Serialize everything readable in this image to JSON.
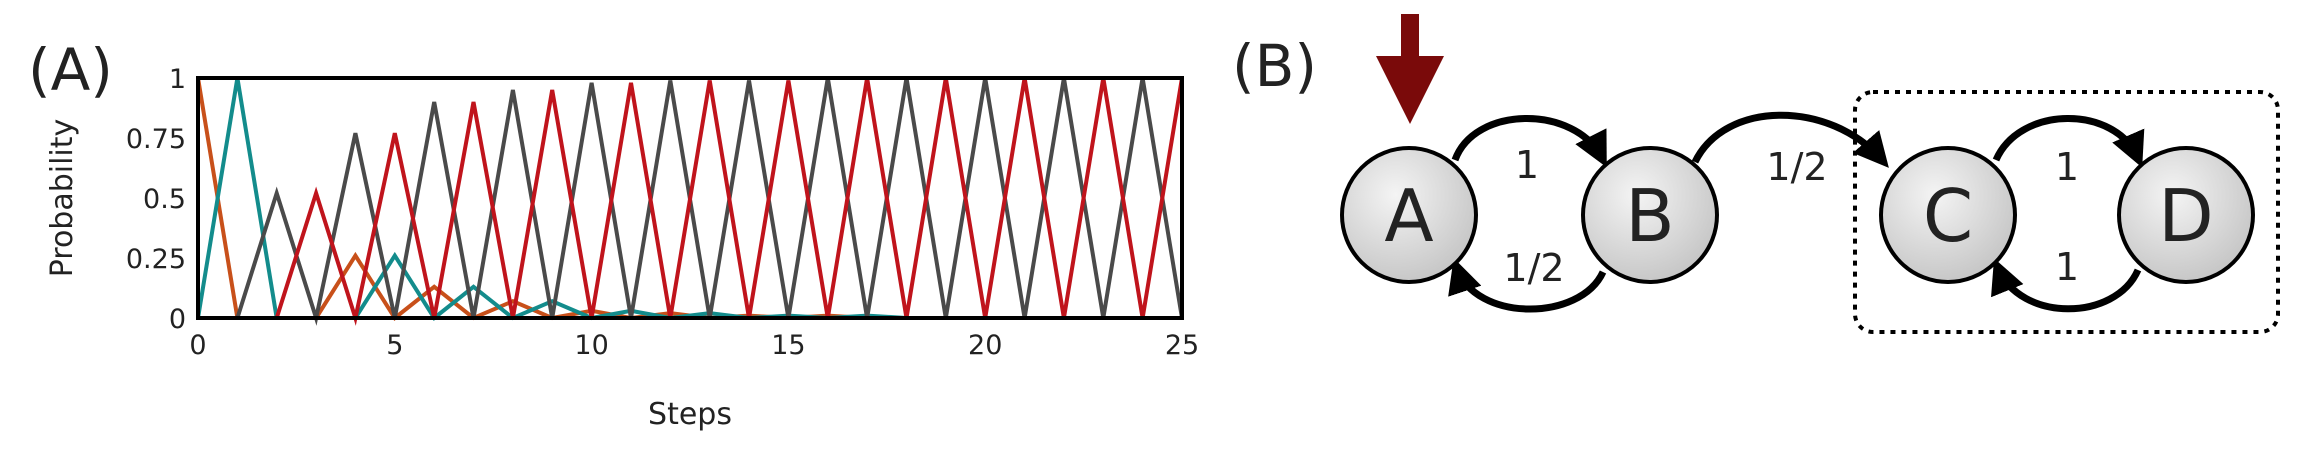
{
  "panel_a": {
    "label": "(A)"
  },
  "panel_b": {
    "label": "(B)"
  },
  "chart_data": {
    "type": "line",
    "title": "",
    "xlabel": "Steps",
    "ylabel": "Probability",
    "xlim": [
      0,
      25
    ],
    "ylim": [
      0,
      1
    ],
    "x_ticks": [
      "0",
      "5",
      "10",
      "15",
      "20",
      "25"
    ],
    "y_ticks": [
      "0",
      "0.25",
      "0.5",
      "0.75",
      "1"
    ],
    "grid": false,
    "x": [
      0,
      1,
      2,
      3,
      4,
      5,
      6,
      7,
      8,
      9,
      10,
      11,
      12,
      13,
      14,
      15,
      16,
      17,
      18,
      19,
      20,
      21,
      22,
      23,
      24,
      25
    ],
    "series": [
      {
        "color": "#c8501a",
        "values": [
          1,
          0,
          0,
          0,
          0.26,
          0,
          0.13,
          0,
          0.07,
          0,
          0.03,
          0,
          0.02,
          0,
          0.01,
          0,
          0.01,
          0,
          0,
          0,
          0,
          0,
          0,
          0,
          0,
          0
        ]
      },
      {
        "color": "#138c8c",
        "values": [
          0,
          1,
          0,
          0,
          0,
          0.26,
          0,
          0.13,
          0,
          0.07,
          0,
          0.03,
          0,
          0.02,
          0,
          0.01,
          0,
          0.01,
          0,
          0,
          0,
          0,
          0,
          0,
          0,
          0
        ]
      },
      {
        "color": "#4a4a4a",
        "values": [
          0,
          0,
          0.52,
          0,
          0.77,
          0,
          0.9,
          0,
          0.95,
          0,
          0.98,
          0,
          0.99,
          0,
          0.99,
          0,
          1,
          0,
          1,
          0,
          1,
          0,
          1,
          0,
          1,
          0
        ]
      },
      {
        "color": "#c0141c",
        "values": [
          0,
          0,
          0,
          0.52,
          0,
          0.77,
          0,
          0.9,
          0,
          0.95,
          0,
          0.98,
          0,
          0.99,
          0,
          0.99,
          0,
          1,
          0,
          1,
          0,
          1,
          0,
          1,
          0,
          1
        ]
      }
    ]
  },
  "diagram": {
    "nodes": [
      {
        "id": "A",
        "label": "A"
      },
      {
        "id": "B",
        "label": "B"
      },
      {
        "id": "C",
        "label": "C"
      },
      {
        "id": "D",
        "label": "D"
      }
    ],
    "edges": [
      {
        "from": "A",
        "to": "B",
        "label": "1"
      },
      {
        "from": "B",
        "to": "A",
        "label": "1/2"
      },
      {
        "from": "B",
        "to": "C",
        "label": "1/2"
      },
      {
        "from": "C",
        "to": "D",
        "label": "1"
      },
      {
        "from": "D",
        "to": "C",
        "label": "1"
      }
    ],
    "start_node": "A",
    "start_arrow_color": "#7a0a0a",
    "closed_class": [
      "C",
      "D"
    ]
  }
}
